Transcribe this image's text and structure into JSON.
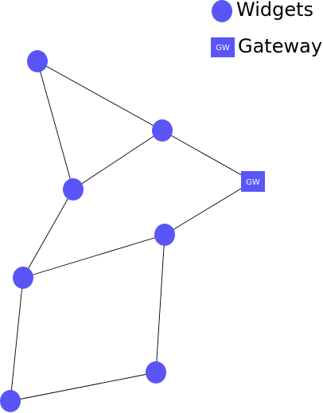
{
  "legend": {
    "widget_label": "Widgets",
    "gateway_label": "Gateway",
    "gateway_icon_text": "GW"
  },
  "colors": {
    "node_fill": "#5a55f7",
    "edge_stroke": "#000000",
    "background": "#ffffff"
  },
  "graph": {
    "nodes": [
      {
        "id": "w1",
        "type": "widget"
      },
      {
        "id": "w2",
        "type": "widget"
      },
      {
        "id": "w3",
        "type": "widget"
      },
      {
        "id": "w4",
        "type": "widget"
      },
      {
        "id": "w5",
        "type": "widget"
      },
      {
        "id": "w6",
        "type": "widget"
      },
      {
        "id": "w7",
        "type": "widget"
      },
      {
        "id": "gw",
        "type": "gateway",
        "label": "GW"
      }
    ],
    "edges": [
      [
        "w1",
        "w2"
      ],
      [
        "w1",
        "w3"
      ],
      [
        "w2",
        "w3"
      ],
      [
        "w2",
        "gw"
      ],
      [
        "gw",
        "w4"
      ],
      [
        "w3",
        "w5"
      ],
      [
        "w4",
        "w5"
      ],
      [
        "w4",
        "w6"
      ],
      [
        "w5",
        "w7"
      ],
      [
        "w6",
        "w7"
      ]
    ]
  }
}
